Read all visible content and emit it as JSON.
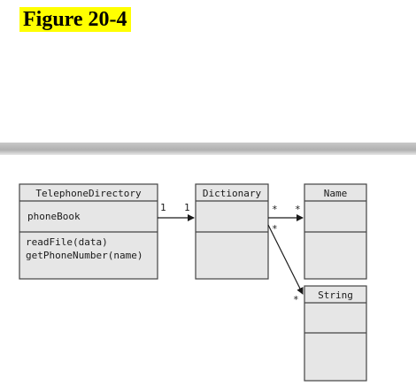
{
  "figure_title": "Figure 20-4",
  "classes": {
    "telephone_directory": {
      "name": "TelephoneDirectory",
      "attributes": [
        "phoneBook"
      ],
      "methods": [
        "readFile(data)",
        "getPhoneNumber(name)"
      ]
    },
    "dictionary": {
      "name": "Dictionary"
    },
    "name_class": {
      "name": "Name"
    },
    "string_class": {
      "name": "String"
    }
  },
  "multiplicities": {
    "td_to_dict_source": "1",
    "td_to_dict_target": "1",
    "dict_to_name_source": "*",
    "dict_to_name_target": "*",
    "dict_to_string_source": "*",
    "dict_to_string_target": "*"
  },
  "colors": {
    "box_fill": "#e6e6e6",
    "box_stroke": "#444444",
    "title_highlight": "#ffff00"
  }
}
